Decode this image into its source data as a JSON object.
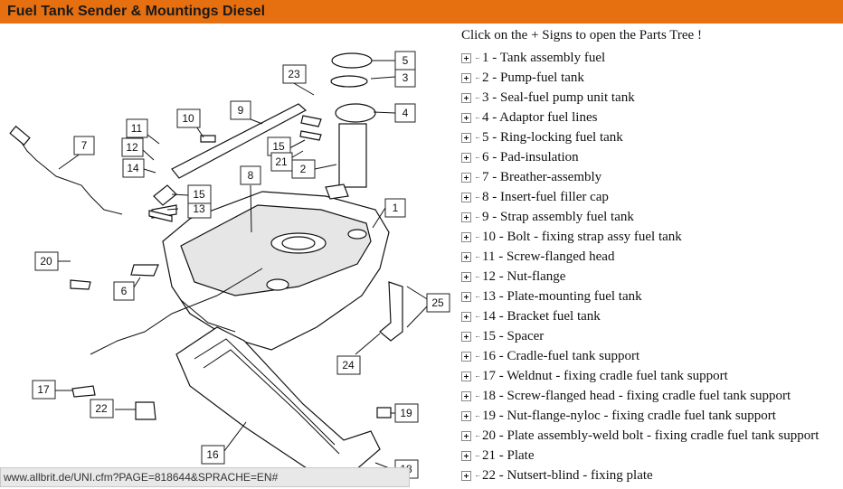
{
  "header": {
    "title": "Fuel Tank Sender & Mountings Diesel"
  },
  "parts_tree": {
    "hint": "Click on the + Signs to open the Parts Tree !",
    "items": [
      "1 - Tank assembly fuel",
      "2 - Pump-fuel tank",
      "3 - Seal-fuel pump unit tank",
      "4 - Adaptor fuel lines",
      "5 - Ring-locking fuel tank",
      "6 - Pad-insulation",
      "7 - Breather-assembly",
      "8 - Insert-fuel filler cap",
      "9 - Strap assembly fuel tank",
      "10 - Bolt - fixing strap assy fuel tank",
      "11 - Screw-flanged head",
      "12 - Nut-flange",
      "13 - Plate-mounting fuel tank",
      "14 - Bracket fuel tank",
      "15 - Spacer",
      "16 - Cradle-fuel tank support",
      "17 - Weldnut - fixing cradle fuel tank support",
      "18 - Screw-flanged head - fixing cradle fuel tank support",
      "19 - Nut-flange-nyloc - fixing cradle fuel tank support",
      "20 - Plate assembly-weld bolt - fixing cradle fuel tank support",
      "21 - Plate",
      "22 - Nutsert-blind - fixing plate"
    ]
  },
  "diagram": {
    "callouts": [
      "1",
      "2",
      "3",
      "4",
      "5",
      "6",
      "7",
      "8",
      "9",
      "10",
      "11",
      "12",
      "13",
      "14",
      "15",
      "15",
      "16",
      "17",
      "18",
      "19",
      "20",
      "21",
      "22",
      "23",
      "24",
      "25"
    ]
  },
  "status_bar": {
    "url": "www.allbrit.de/UNI.cfm?PAGE=818644&SPRACHE=EN#"
  }
}
